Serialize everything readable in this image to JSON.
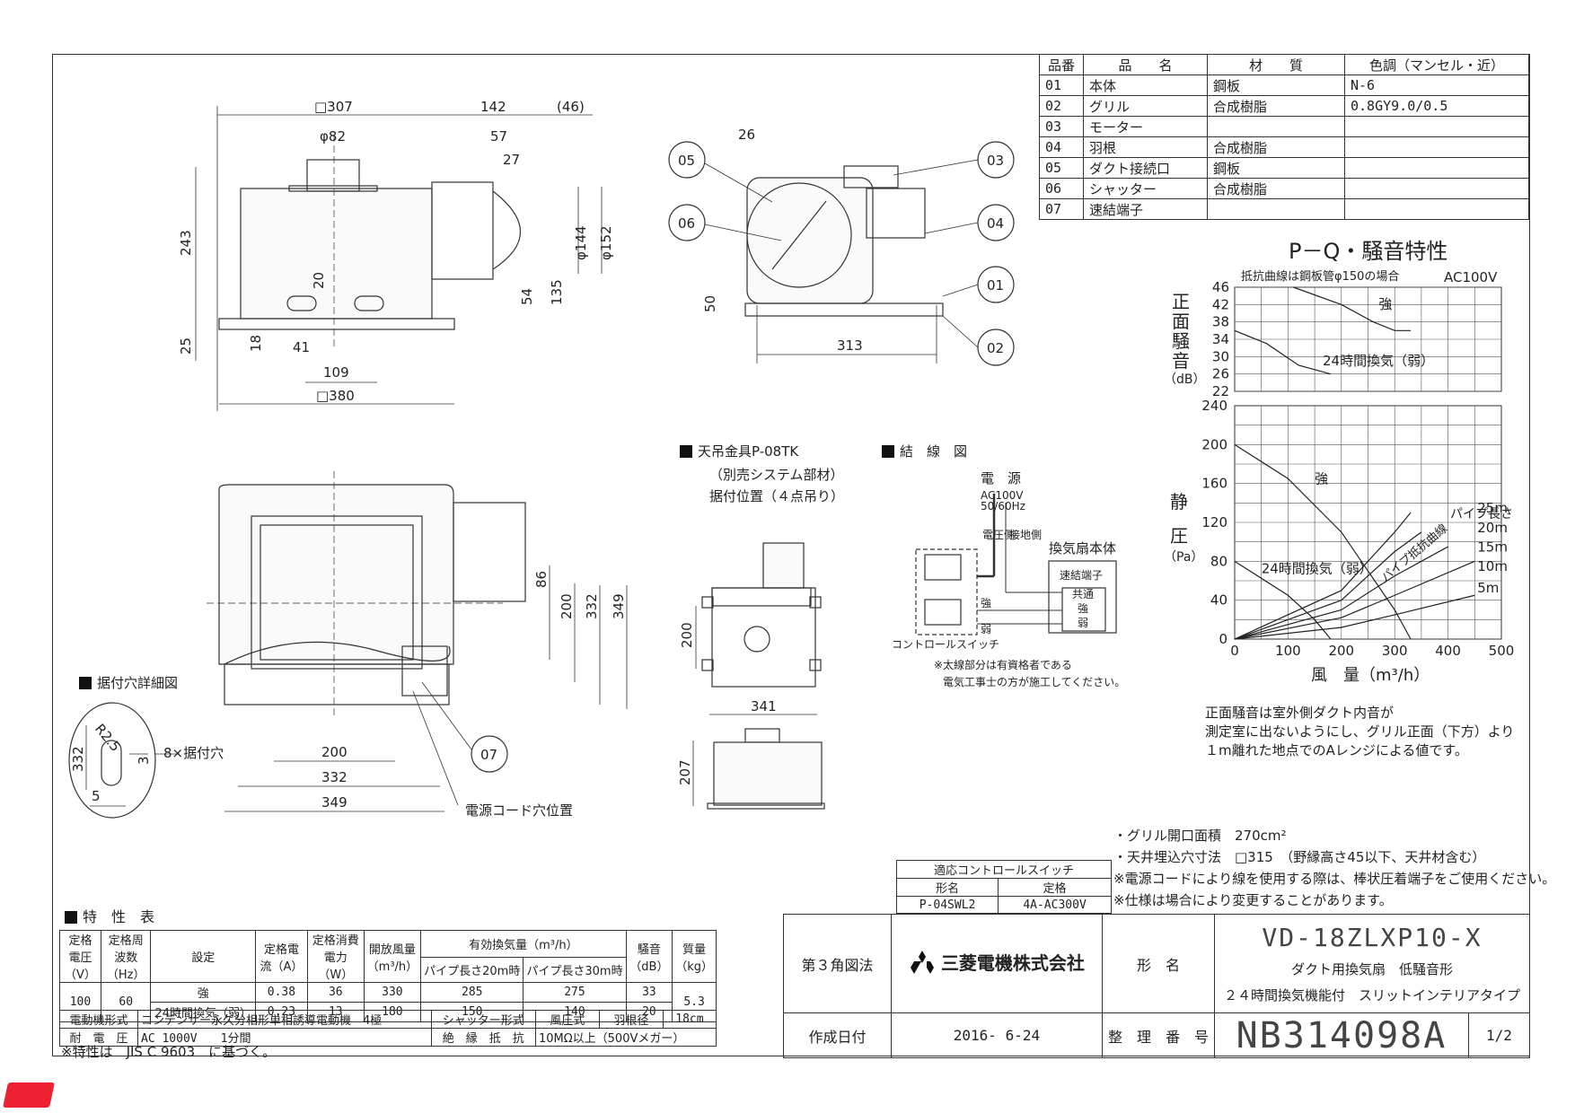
{
  "parts_table": {
    "headers": [
      "品番",
      "品　　名",
      "材　　質",
      "色調（マンセル・近）"
    ],
    "rows": [
      [
        "01",
        "本体",
        "鋼板",
        "N-6"
      ],
      [
        "02",
        "グリル",
        "合成樹脂",
        "0.8GY9.0/0.5"
      ],
      [
        "03",
        "モーター",
        "",
        ""
      ],
      [
        "04",
        "羽根",
        "合成樹脂",
        ""
      ],
      [
        "05",
        "ダクト接続口",
        "鋼板",
        ""
      ],
      [
        "06",
        "シャッター",
        "合成樹脂",
        ""
      ],
      [
        "07",
        "速結端子",
        "",
        ""
      ]
    ]
  },
  "front_view": {
    "dims": [
      "□307",
      "142",
      "(46)",
      "φ82",
      "57",
      "27",
      "243",
      "φ144",
      "φ152",
      "20",
      "135",
      "54",
      "25",
      "18",
      "41",
      "109",
      "□380"
    ]
  },
  "side_view": {
    "dims": [
      "26",
      "50",
      "313"
    ],
    "callouts": [
      "05",
      "06",
      "03",
      "04",
      "01",
      "02"
    ]
  },
  "bottom_view": {
    "dims": [
      "86",
      "200",
      "332",
      "349",
      "200",
      "332",
      "349"
    ],
    "callout": "07",
    "cord_label": "電源コード穴位置"
  },
  "hole_detail": {
    "title": "据付穴詳細図",
    "dims": [
      "332",
      "R2.5",
      "3",
      "5"
    ],
    "label": "8×据付穴"
  },
  "hanger": {
    "title": "天吊金具P-08TK",
    "sub1": "（別売システム部材）",
    "sub2": "据付位置（４点吊り）",
    "dims": [
      "200",
      "341",
      "207"
    ]
  },
  "wiring": {
    "title": "結　線　図",
    "power": "電　源",
    "voltage": "AC100V",
    "freq": "50/60Hz",
    "live": "電圧側",
    "ground": "接地側",
    "fan_body": "換気扇本体",
    "terminal": "速結端子",
    "common": "共通",
    "strong": "強",
    "weak": "弱",
    "switch": "コントロールスイッチ",
    "note1": "※太線部分は有資格者である",
    "note2": "電気工事士の方が施工してください。"
  },
  "pq": {
    "title": "P－Q・騒音特性",
    "note": "抵抗曲線は鋼板管φ150の場合",
    "power": "AC100V",
    "noise_label": "正面騒音",
    "noise_unit": "（dB）",
    "pressure_label": "静圧",
    "pressure_unit": "（Pa）",
    "flow_label": "風　量（m³/h）",
    "pipe_len": "パイプ長さ",
    "resist": "パイプ抵抗曲線",
    "strong": "強",
    "weak24": "24時間換気（弱）",
    "remark1": "正面騒音は室外側ダクト内音が",
    "remark2": "測定室に出ないようにし、グリル正面（下方）より",
    "remark3": "１m離れた地点でのAレンジによる値です。"
  },
  "chart_data": [
    {
      "type": "line",
      "title": "",
      "xlabel": "風　量（m³/h）",
      "ylabel": "正面騒音（dB）",
      "xlim": [
        0,
        500
      ],
      "ylim": [
        22,
        46
      ],
      "y_ticks": [
        22,
        26,
        30,
        34,
        38,
        42,
        46
      ],
      "grid": true,
      "series": [
        {
          "name": "強",
          "x": [
            110,
            200,
            260,
            300,
            330
          ],
          "y": [
            46,
            42,
            38,
            36,
            36
          ]
        },
        {
          "name": "24時間換気（弱）",
          "x": [
            0,
            60,
            120,
            180
          ],
          "y": [
            36,
            33,
            28,
            26
          ]
        }
      ]
    },
    {
      "type": "line",
      "title": "",
      "xlabel": "風　量（m³/h）",
      "ylabel": "静圧（Pa）",
      "xlim": [
        0,
        500
      ],
      "ylim": [
        0,
        240
      ],
      "x_ticks": [
        0,
        100,
        200,
        300,
        400,
        500
      ],
      "y_ticks": [
        0,
        40,
        80,
        120,
        160,
        200,
        240
      ],
      "grid": true,
      "series": [
        {
          "name": "強",
          "x": [
            0,
            100,
            200,
            250,
            300,
            330
          ],
          "y": [
            200,
            165,
            110,
            70,
            30,
            0
          ]
        },
        {
          "name": "24時間換気（弱）",
          "x": [
            0,
            100,
            150,
            180
          ],
          "y": [
            80,
            45,
            20,
            0
          ]
        },
        {
          "name": "25m",
          "x": [
            0,
            200,
            300,
            330
          ],
          "y": [
            0,
            50,
            110,
            130
          ]
        },
        {
          "name": "20m",
          "x": [
            0,
            200,
            300,
            350
          ],
          "y": [
            0,
            40,
            90,
            110
          ]
        },
        {
          "name": "15m",
          "x": [
            0,
            200,
            300,
            400
          ],
          "y": [
            0,
            30,
            65,
            95
          ]
        },
        {
          "name": "10m",
          "x": [
            0,
            200,
            300,
            450
          ],
          "y": [
            0,
            22,
            45,
            80
          ]
        },
        {
          "name": "5m",
          "x": [
            0,
            200,
            300,
            450
          ],
          "y": [
            0,
            12,
            25,
            45
          ]
        }
      ],
      "pipe_labels": [
        "25m",
        "20m",
        "15m",
        "10m",
        "5m"
      ]
    }
  ],
  "specs_notes": {
    "n1": "・グリル開口面積　270cm²",
    "n2": "・天井埋込穴寸法　□315　（野縁高さ45以下、天井材含む）",
    "n3": "※電源コードにより線を使用する際は、棒状圧着端子をご使用ください。",
    "n4": "※仕様は場合により変更することがあります。"
  },
  "switch_table": {
    "title": "適応コントロールスイッチ",
    "h1": "形名",
    "h2": "定格",
    "v1": "P-04SWL2",
    "v2": "4A-AC300V"
  },
  "spec_table": {
    "title": "特　性　表",
    "h_voltage": "定格電圧（V）",
    "h_freq": "定格周波数（Hz）",
    "h_setting": "設定",
    "h_current": "定格電流（A）",
    "h_power": "定格消費電力（W）",
    "h_open": "開放風量（m³/h）",
    "h_eff": "有効換気量（m³/h）",
    "h_p20": "パイプ長さ20m時",
    "h_p30": "パイプ長さ30m時",
    "h_noise": "騒音（dB）",
    "h_mass": "質量（kg）",
    "voltage": "100",
    "freq": "60",
    "mass": "5.3",
    "rows": [
      [
        "強",
        "0.38",
        "36",
        "330",
        "285",
        "275",
        "33"
      ],
      [
        "24時間換気（弱）",
        "0.23",
        "13",
        "180",
        "150",
        "140",
        "20"
      ]
    ],
    "motor_h": "電動機形式",
    "motor_v": "コンデンサー永久分相形単相誘導電動機　4極",
    "shutter_h": "シャッター形式",
    "shutter_v": "風圧式",
    "blade_h": "羽根径",
    "blade_v": "18cm",
    "withstand_h": "耐　電　圧",
    "withstand_v": "AC 1000V　　1分間",
    "insul_h": "絶　縁　抵　抗",
    "insul_v": "10MΩ以上（500Vメガー）",
    "footnote": "※特性は　JIS C 9603　に基づく。"
  },
  "title_block": {
    "projection": "第３角図法",
    "company": "三菱電機株式会社",
    "model_h": "形　名",
    "model": "VD-18ZLXP10-X",
    "desc1": "ダクト用換気扇　低騒音形",
    "desc2": "２４時間換気機能付　スリットインテリアタイプ",
    "date_h": "作成日付",
    "date": "2016- 6-24",
    "num_h": "整　理　番　号",
    "num": "NB314098A",
    "page": "1/2"
  }
}
